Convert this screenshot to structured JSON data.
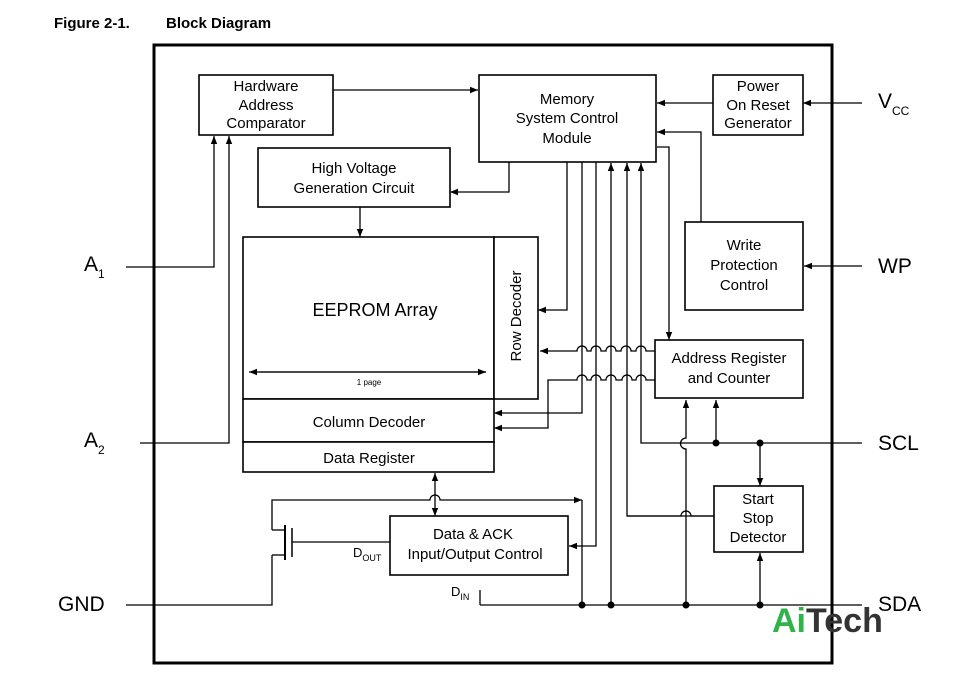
{
  "figure": {
    "number": "Figure 2-1.",
    "title": "Block Diagram"
  },
  "blocks": {
    "hw_addr": [
      "Hardware",
      "Address",
      "Comparator"
    ],
    "msc": [
      "Memory",
      "System Control",
      "Module"
    ],
    "por": [
      "Power",
      "On Reset",
      "Generator"
    ],
    "hv": [
      "High Voltage",
      "Generation Circuit"
    ],
    "eeprom": "EEPROM Array",
    "page": "1 page",
    "row_decoder": "Row Decoder",
    "col_decoder": "Column Decoder",
    "data_register": "Data Register",
    "wp_ctrl": [
      "Write",
      "Protection",
      "Control"
    ],
    "addr_reg": [
      "Address Register",
      "and Counter"
    ],
    "start_stop": [
      "Start",
      "Stop",
      "Detector"
    ],
    "data_ack": [
      "Data & ACK",
      "Input/Output Control"
    ]
  },
  "pins": {
    "a1": {
      "main": "A",
      "sub": "1"
    },
    "a2": {
      "main": "A",
      "sub": "2"
    },
    "vcc": {
      "main": "V",
      "sub": "CC"
    },
    "wp": "WP",
    "scl": "SCL",
    "gnd": "GND",
    "sda": "SDA"
  },
  "signals": {
    "dout": {
      "main": "D",
      "sub": "OUT"
    },
    "din": {
      "main": "D",
      "sub": "IN"
    }
  },
  "watermark": {
    "part1": "Ai",
    "part2": "Tech",
    "color1": "#2fb34a",
    "color2": "#333333"
  }
}
